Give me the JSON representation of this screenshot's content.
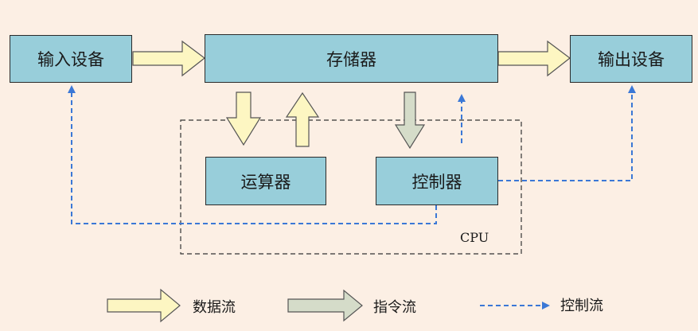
{
  "nodes": {
    "input": "输入设备",
    "memory": "存储器",
    "output": "输出设备",
    "alu": "运算器",
    "controller": "控制器",
    "cpu": "CPU"
  },
  "legend": {
    "data_flow": "数据流",
    "instruction_flow": "指令流",
    "control_flow": "控制流"
  },
  "colors": {
    "box_fill": "#98ceda",
    "data_arrow_fill": "#fdf6c2",
    "instruction_arrow_fill": "#d5dcc9",
    "control_line": "#3b78d6",
    "background": "#fcefe4"
  }
}
